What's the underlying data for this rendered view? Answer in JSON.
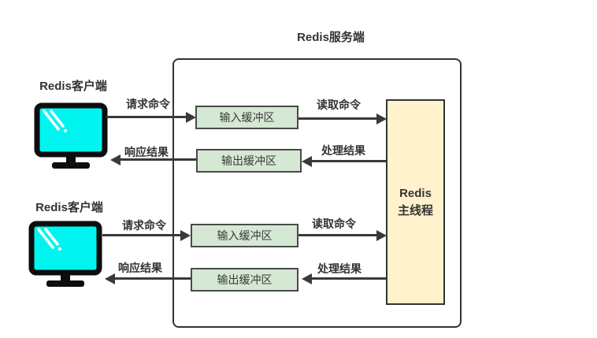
{
  "title": "Redis服务端",
  "clients": [
    {
      "label": "Redis客户端"
    },
    {
      "label": "Redis客户端"
    }
  ],
  "main_thread": {
    "line1": "Redis",
    "line2": "主线程"
  },
  "rows": [
    {
      "request_label": "请求命令",
      "response_label": "响应结果",
      "read_label": "读取命令",
      "process_label": "处理结果",
      "input_buffer": "输入缓冲区",
      "output_buffer": "输出缓冲区"
    },
    {
      "request_label": "请求命令",
      "response_label": "响应结果",
      "read_label": "读取命令",
      "process_label": "处理结果",
      "input_buffer": "输入缓冲区",
      "output_buffer": "输出缓冲区"
    }
  ],
  "colors": {
    "buffer-fill": "#d5e8d4",
    "thread-fill": "#fff2cc",
    "screen-fill": "#00f5f0",
    "line-color": "#3a3a3a",
    "border-color": "#333333"
  }
}
